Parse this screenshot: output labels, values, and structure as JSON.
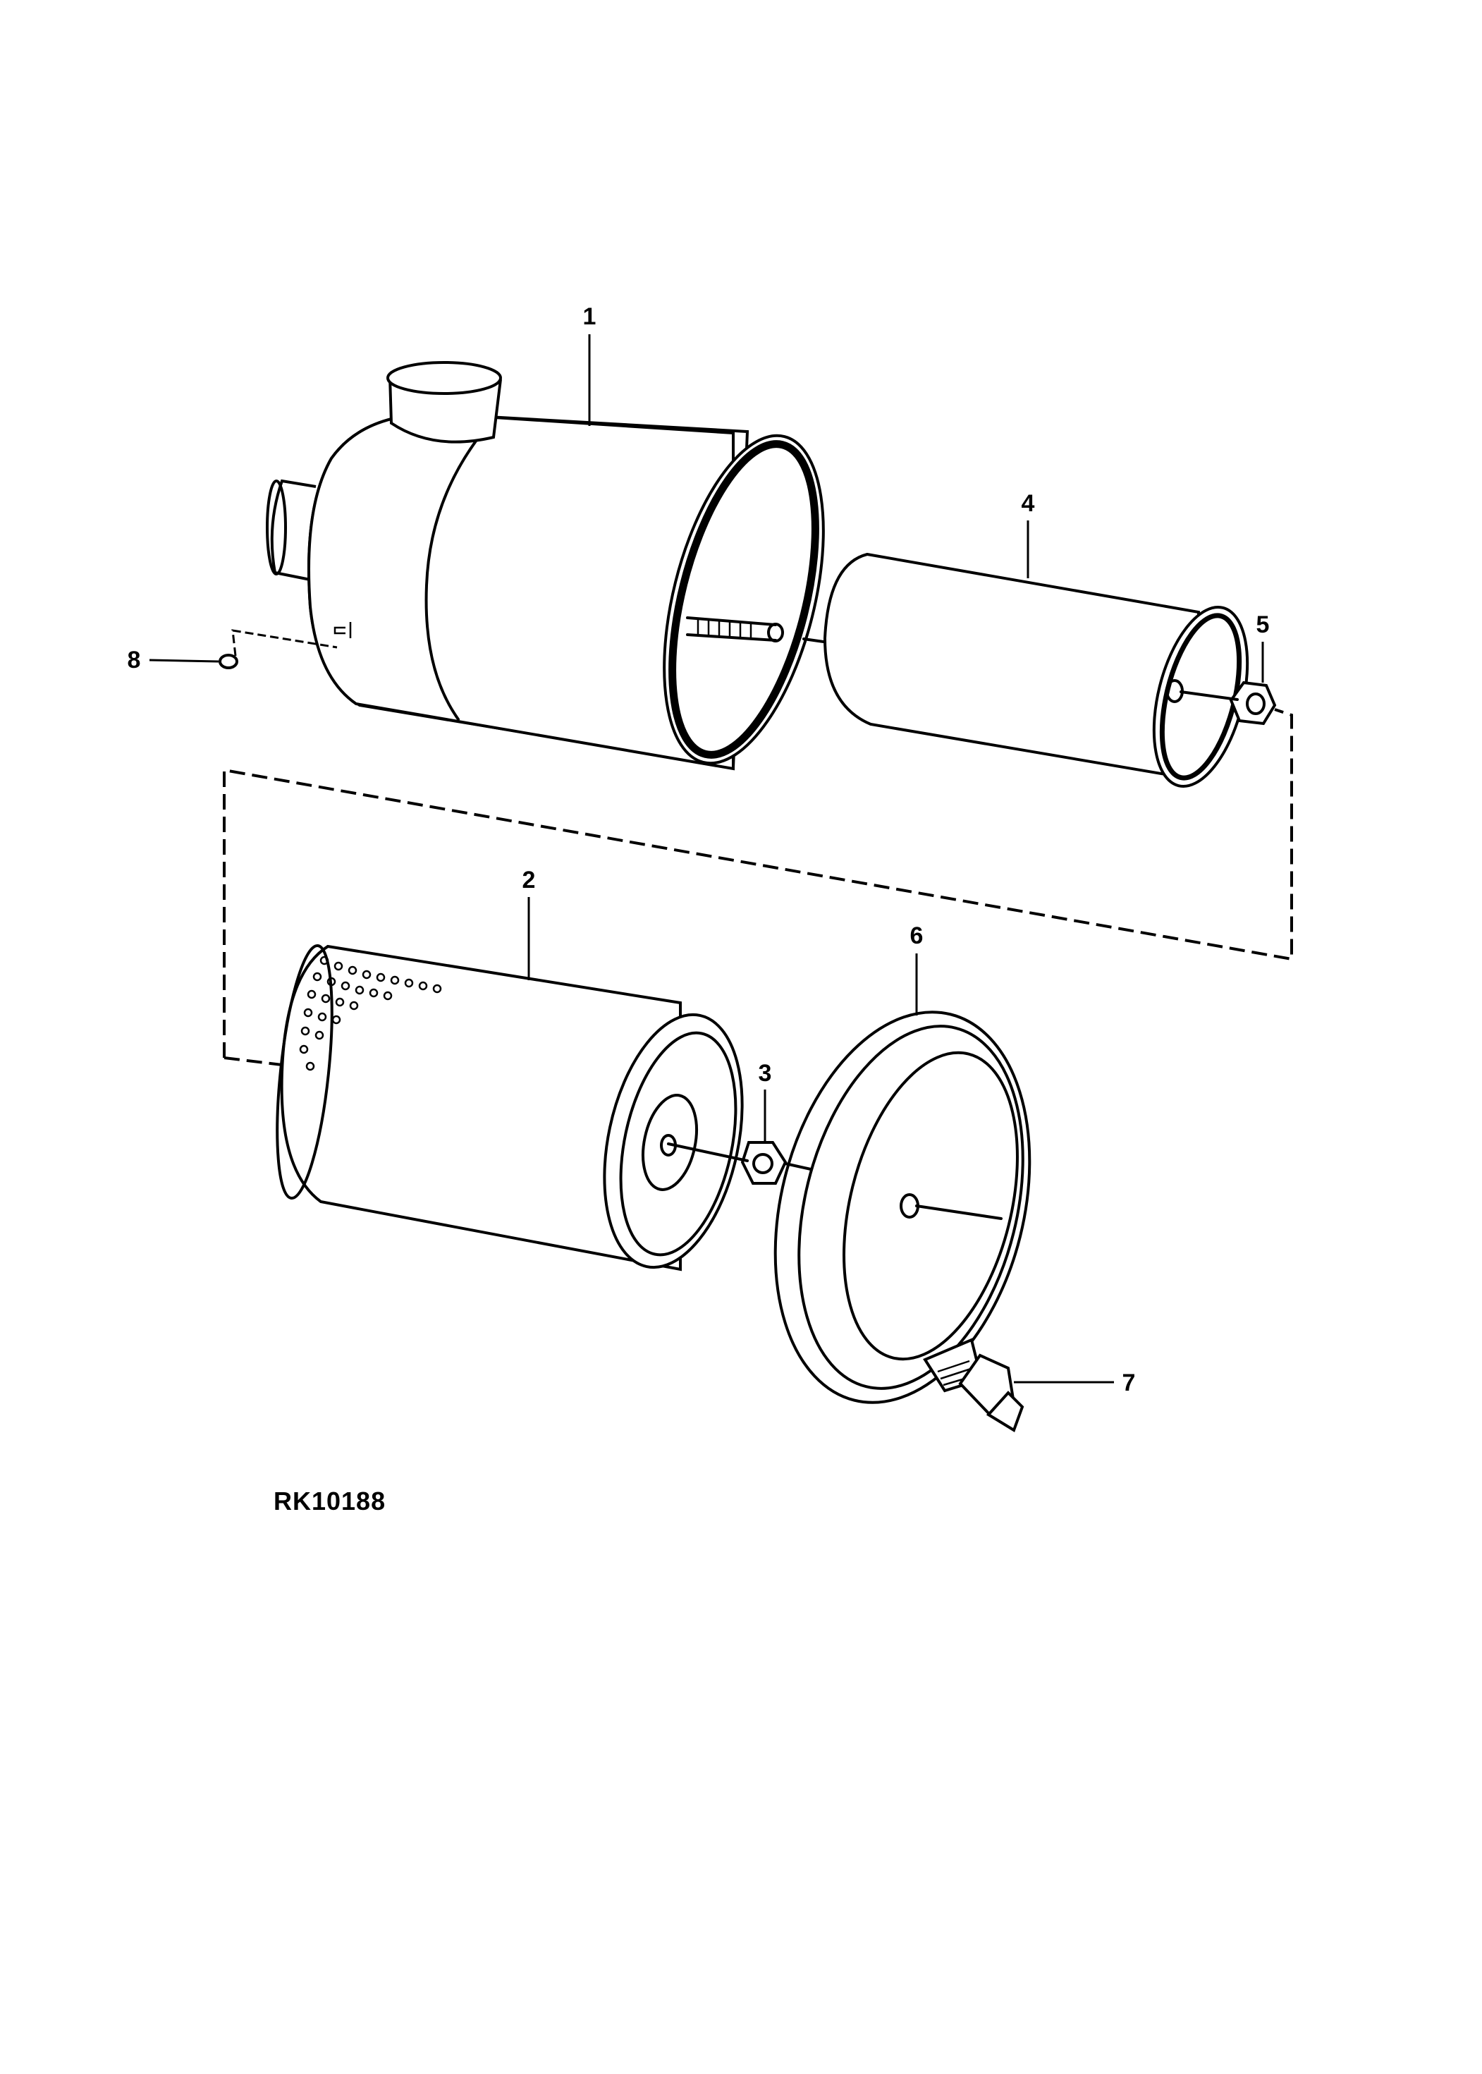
{
  "diagram": {
    "figure_code": "RK10188",
    "callouts": {
      "c1": "1",
      "c2": "2",
      "c3": "3",
      "c4": "4",
      "c5": "5",
      "c6": "6",
      "c7": "7",
      "c8": "8"
    }
  }
}
